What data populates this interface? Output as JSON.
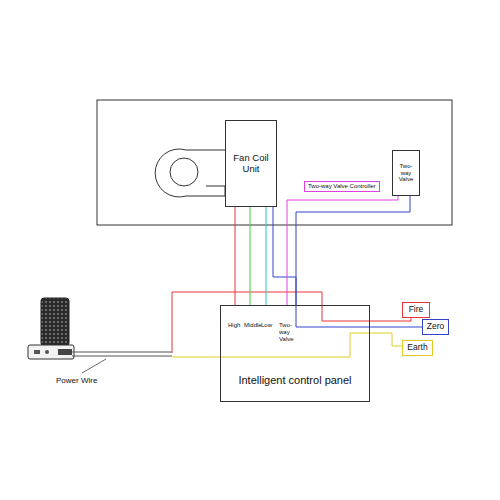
{
  "diagram": {
    "nodes": [
      {
        "text": [
          "Fan Coil Unit"
        ]
      },
      {
        "text": [
          "Two-way Valve"
        ]
      },
      {
        "text": [
          "Intelligent control panel"
        ]
      },
      {
        "text": [
          "Fire"
        ]
      },
      {
        "text": [
          "Zero"
        ]
      },
      {
        "text": [
          "Earth"
        ]
      }
    ],
    "edges": [
      {
        "from": 0,
        "to": 2,
        "arrow": "none"
      },
      {
        "from": 0,
        "to": 2,
        "arrow": "none"
      },
      {
        "from": 0,
        "to": 2,
        "arrow": "none"
      },
      {
        "from": 0,
        "to": 2,
        "arrow": "none"
      },
      {
        "from": 2,
        "to": 1,
        "label": "Two-way Valve Controller",
        "arrow": "none"
      },
      {
        "from": 1,
        "to": 2,
        "arrow": "none"
      },
      {
        "from": 2,
        "to": 3,
        "arrow": "none"
      },
      {
        "from": 2,
        "to": 4,
        "arrow": "none"
      },
      {
        "from": 2,
        "to": 5,
        "arrow": "none"
      }
    ],
    "labels": [
      "High",
      "Middle",
      "Low",
      "Two-way Valve",
      "Power Wire"
    ]
  }
}
